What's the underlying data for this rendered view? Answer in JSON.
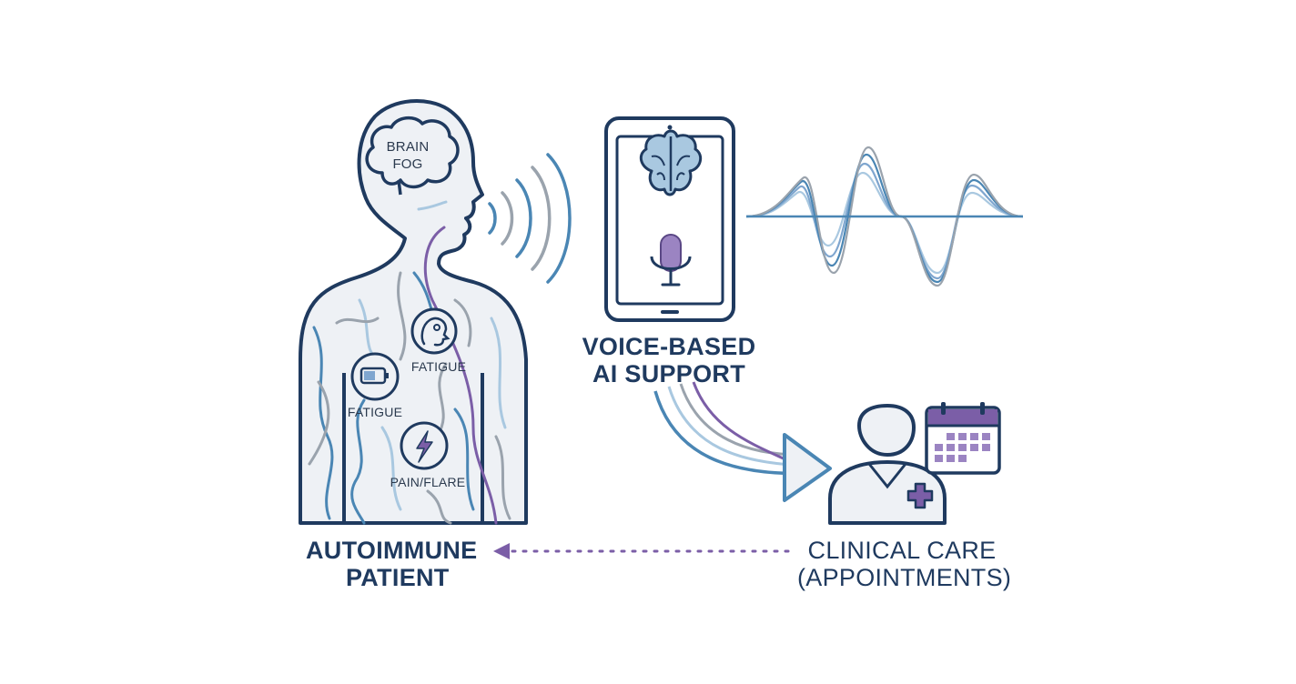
{
  "labels": {
    "brain_fog_line1": "BRAIN",
    "brain_fog_line2": "FOG",
    "fatigue_upper": "FATIGUE",
    "fatigue_lower": "FATIGUE",
    "pain_flare": "PAIN/FLARE",
    "voice_ai_line1": "VOICE-BASED",
    "voice_ai_line2": "AI SUPPORT",
    "patient_line1": "AUTOIMMUNE",
    "patient_line2": "PATIENT",
    "clinical_line1": "CLINICAL CARE",
    "clinical_line2": "(APPOINTMENTS)"
  },
  "colors": {
    "navy": "#1f3a5f",
    "blue": "#4a86b4",
    "light_blue": "#a9c8e0",
    "purple": "#7b5ea7",
    "gray": "#9aa3ad",
    "body_fill": "#eef1f5"
  }
}
